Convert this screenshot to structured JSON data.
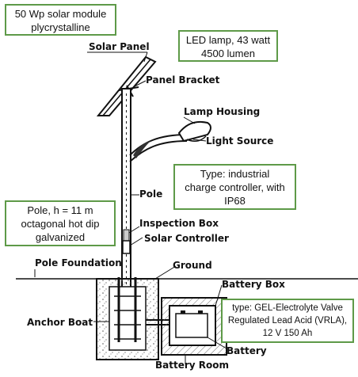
{
  "callouts": {
    "solar_module": [
      "50 Wp solar module",
      "plycrystalline"
    ],
    "led_lamp": [
      "LED lamp, 43 watt",
      "4500 lumen"
    ],
    "controller": [
      "Type: industrial",
      "charge controller, with",
      "IP68"
    ],
    "pole": [
      "Pole, h = 11 m",
      "octagonal hot dip",
      "galvanized"
    ],
    "battery": [
      "type: GEL-Electrolyte Valve",
      "Regulated Lead Acid (VRLA),",
      "12 V 150 Ah"
    ]
  },
  "labels": {
    "solar_panel": "Solar Panel",
    "panel_bracket": "Panel Bracket",
    "lamp_housing": "Lamp Housing",
    "light_source": "Light Source",
    "pole": "Pole",
    "inspection_box": "Inspection Box",
    "solar_controller": "Solar Controller",
    "pole_foundation": "Pole Foundation",
    "ground": "Ground",
    "battery_box": "Battery Box",
    "anchor_boat": "Anchor Boat",
    "battery": "Battery",
    "battery_room": "Battery Room"
  },
  "colors": {
    "callout_border": "#5e9a48",
    "line": "#111111"
  }
}
